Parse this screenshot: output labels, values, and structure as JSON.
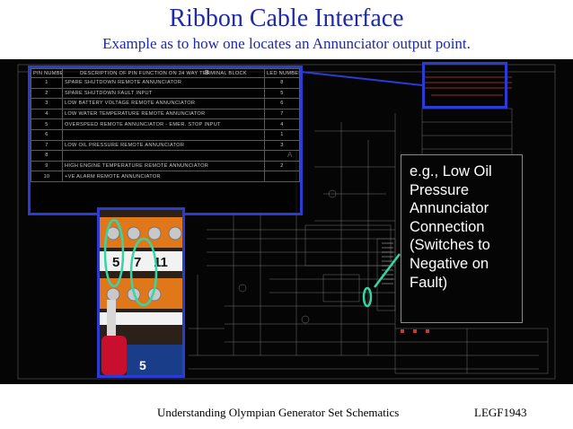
{
  "slide": {
    "title": "Ribbon Cable Interface",
    "subtitle": "Example as to how one locates an Annunciator output point."
  },
  "pin_table": {
    "grid_ref": "B",
    "headers": [
      "PIN NUMBER",
      "DESCRIPTION OF PIN FUNCTION ON 24 WAY TERMINAL BLOCK",
      "LED NUMBER"
    ],
    "rows": [
      {
        "pin": "1",
        "desc": "SPARE SHUTDOWN REMOTE ANNUNCIATOR",
        "led": "8"
      },
      {
        "pin": "2",
        "desc": "SPARE SHUTDOWN FAULT INPUT",
        "led": "5"
      },
      {
        "pin": "3",
        "desc": "LOW BATTERY VOLTAGE REMOTE ANNUNCIATOR",
        "led": "6"
      },
      {
        "pin": "4",
        "desc": "LOW WATER TEMPERATURE REMOTE ANNUNCIATOR",
        "led": "7"
      },
      {
        "pin": "5",
        "desc": "OVERSPEED REMOTE ANNUNCIATOR - EMER. STOP INPUT",
        "led": "4"
      },
      {
        "pin": "6",
        "desc": "",
        "led": "1"
      },
      {
        "pin": "7",
        "desc": "LOW OIL PRESSURE REMOTE ANNUNCIATOR",
        "led": "3"
      },
      {
        "pin": "8",
        "desc": "",
        "led": ""
      },
      {
        "pin": "9",
        "desc": "HIGH ENGINE TEMPERATURE REMOTE ANNUNCIATOR",
        "led": "2"
      },
      {
        "pin": "10",
        "desc": "+VE ALARM REMOTE ANNUNCIATOR",
        "led": ""
      }
    ]
  },
  "photo": {
    "terminal_numbers": [
      "5",
      "7",
      "11"
    ],
    "bottom_text": "5"
  },
  "callout": {
    "text": "e.g., Low Oil Pressure Annunciator Connection (Switches to Negative on Fault)"
  },
  "schematic": {
    "grid_ref": "A"
  },
  "footer": {
    "left": "Understanding Olympian Generator Set Schematics",
    "right": "LEGF1943"
  },
  "colors": {
    "title": "#1f2aa8",
    "highlight_box": "#2b3bd6",
    "highlight_ellipse": "#35d6a6",
    "schematic_bg": "#050505"
  }
}
